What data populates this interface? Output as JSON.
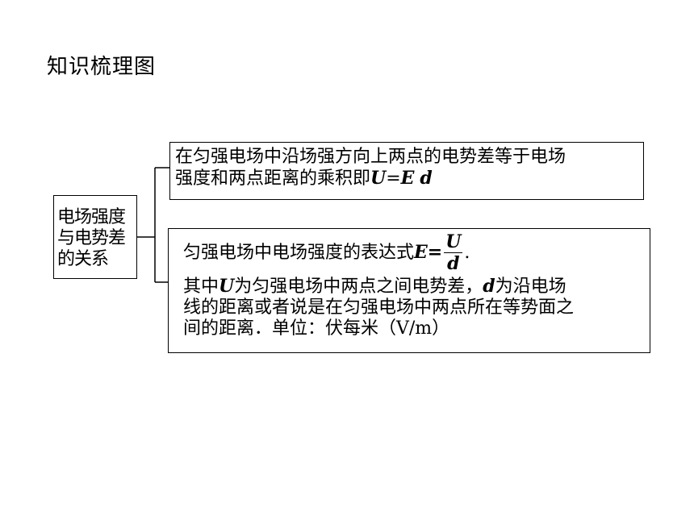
{
  "title": "知识梳理图",
  "center": {
    "lines": [
      "电场强度",
      "与电势差",
      "的关系"
    ]
  },
  "box1": {
    "line1": "在匀强电场中沿场强方向上两点的电势差等于电场",
    "line2_text": "强度和两点距离的乘积即",
    "formula_U": "U",
    "formula_eq": "=",
    "formula_E": "E",
    "formula_d": "d"
  },
  "box2": {
    "formula_prefix": "匀强电场中电场强度的表达式",
    "formula_E": "E",
    "formula_eq": "=",
    "frac_num": "U",
    "frac_den": "d",
    "formula_end": ".",
    "line2_a": "其中",
    "line2_U": "U",
    "line2_b": "为匀强电场中两点之间电势差，",
    "line2_d": "d",
    "line2_c": "为沿电场",
    "line3": "线的距离或者说是在匀强电场中两点所在等势面之",
    "line4": "间的距离．单位：伏每米（V/m）"
  }
}
